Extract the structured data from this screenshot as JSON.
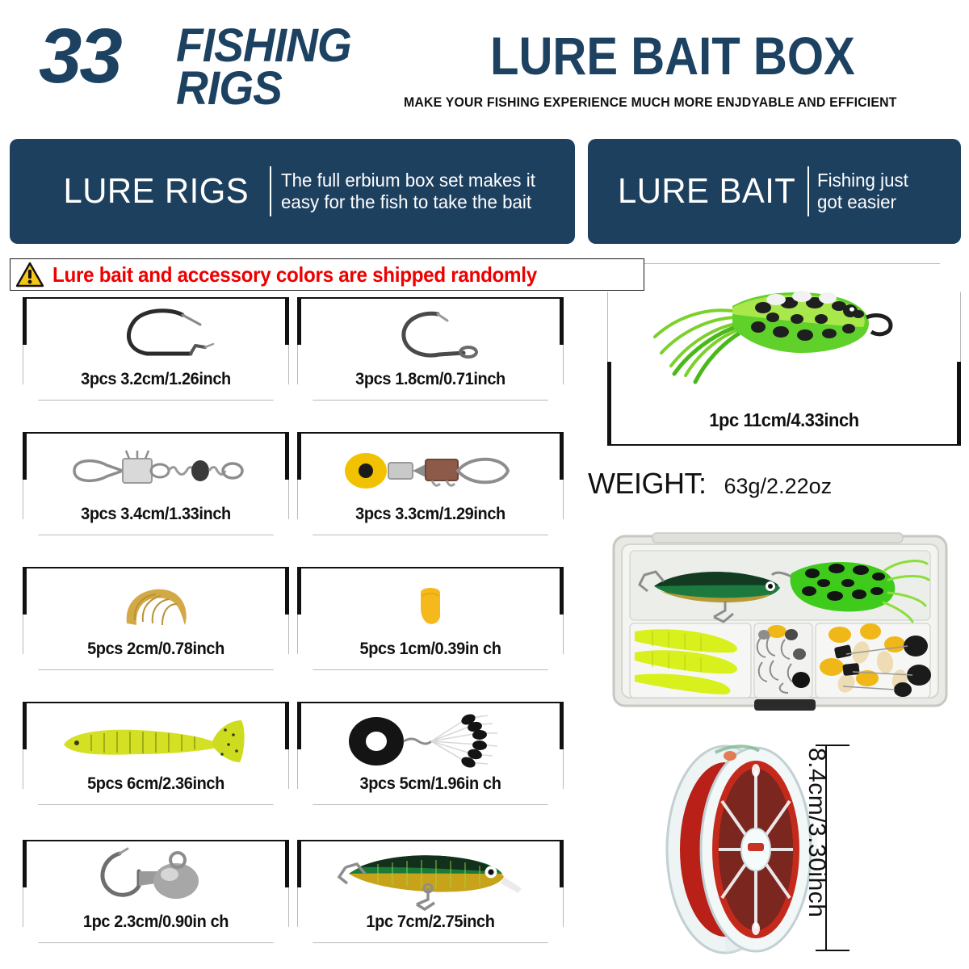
{
  "header": {
    "count": "33",
    "rigs_line1": "FISHING",
    "rigs_line2": "RIGS",
    "main_title": "LURE BAIT BOX",
    "tagline": "MAKE YOUR FISHING EXPERIENCE MUCH MORE ENJDYABLE AND EFFICIENT",
    "accent_color": "#1d4160"
  },
  "banners": {
    "left": {
      "title": "LURE RIGS",
      "sub_line1": "The full erbium box set makes it",
      "sub_line2": "easy for the fish to take the bait"
    },
    "right": {
      "title": "LURE BAIT",
      "sub_line1": "Fishing just",
      "sub_line2": "got easier"
    },
    "background_color": "#1e405f"
  },
  "warning": {
    "icon": "warning-triangle-icon",
    "text": "Lure bait and accessory colors are shipped randomly",
    "text_color": "#ee0000"
  },
  "rig_cards": [
    {
      "item": "offset-worm-hook",
      "label": "3pcs 3.2cm/1.26inch"
    },
    {
      "item": "circle-hook",
      "label": "3pcs 1.8cm/0.71inch"
    },
    {
      "item": "barrel-swivel-with-snap",
      "label": "3pcs 3.4cm/1.33inch"
    },
    {
      "item": "float-bead-swivel-snap",
      "label": "3pcs 3.3cm/1.29inch"
    },
    {
      "item": "grub-worm-soft-bait",
      "label": "5pcs 2cm/0.78inch"
    },
    {
      "item": "corn-soft-bait",
      "label": "5pcs 1cm/0.39in ch"
    },
    {
      "item": "paddle-tail-soft-bait",
      "label": "5pcs 6cm/2.36inch"
    },
    {
      "item": "space-bean-bobber-stops",
      "label": "3pcs 5cm/1.96in ch"
    },
    {
      "item": "jig-head-hook",
      "label": "1pc 2.3cm/0.90in ch"
    },
    {
      "item": "minnow-crankbait",
      "label": "1pc 7cm/2.75inch"
    }
  ],
  "bait_card": {
    "item": "soft-frog-lure",
    "label": "1pc  11cm/4.33inch"
  },
  "weight": {
    "label": "WEIGHT:",
    "value": "63g/2.22oz"
  },
  "tackle_box": {
    "item": "clear-tackle-box-photo"
  },
  "line_spool": {
    "item": "fishing-line-spool-photo",
    "dimension": "8.4cm/3.30ihch"
  }
}
